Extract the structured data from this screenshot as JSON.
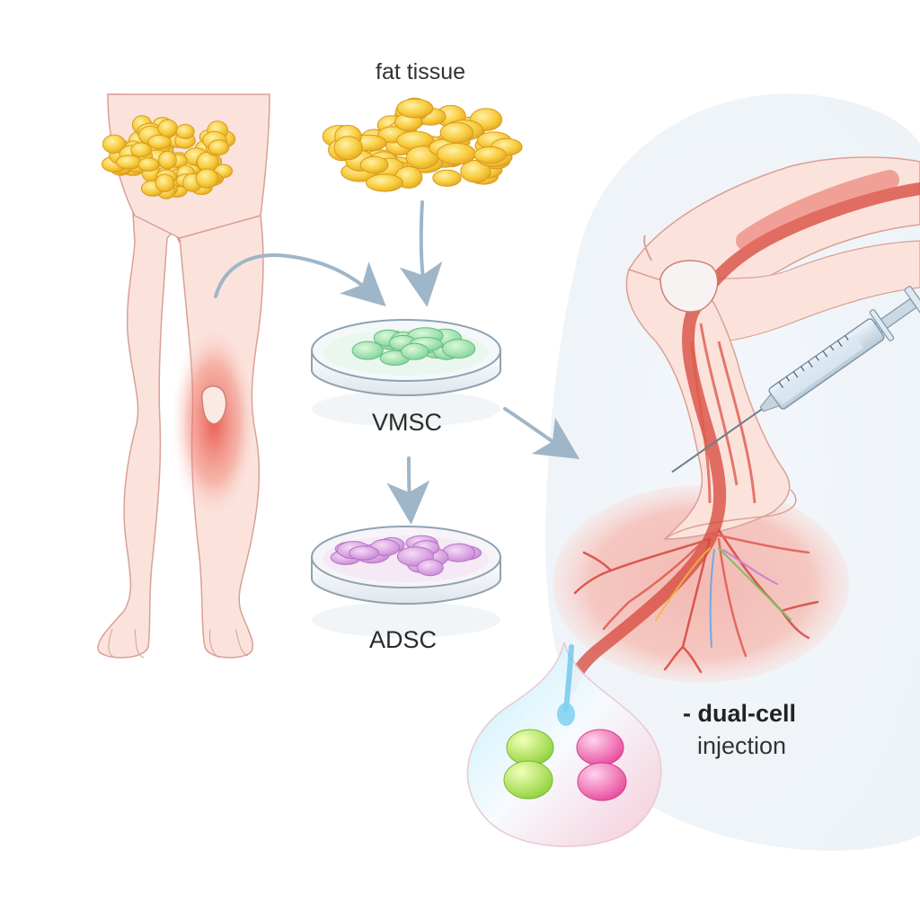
{
  "labels": {
    "fat_tissue": "fat tissue",
    "vmsc": "VMSC",
    "adsc": "ADSC",
    "dual_cell": "- dual-cell",
    "injection": "injection"
  },
  "colors": {
    "skin": "#fbe3dc",
    "skin_outline": "#d9a095",
    "fat": "#f6c43a",
    "inflammation": "#e8473c",
    "vmsc_cells": "#8fe0a3",
    "adsc_cells": "#d99ae0",
    "arrow": "#9fb6c8",
    "vessel": "#d6453a"
  }
}
